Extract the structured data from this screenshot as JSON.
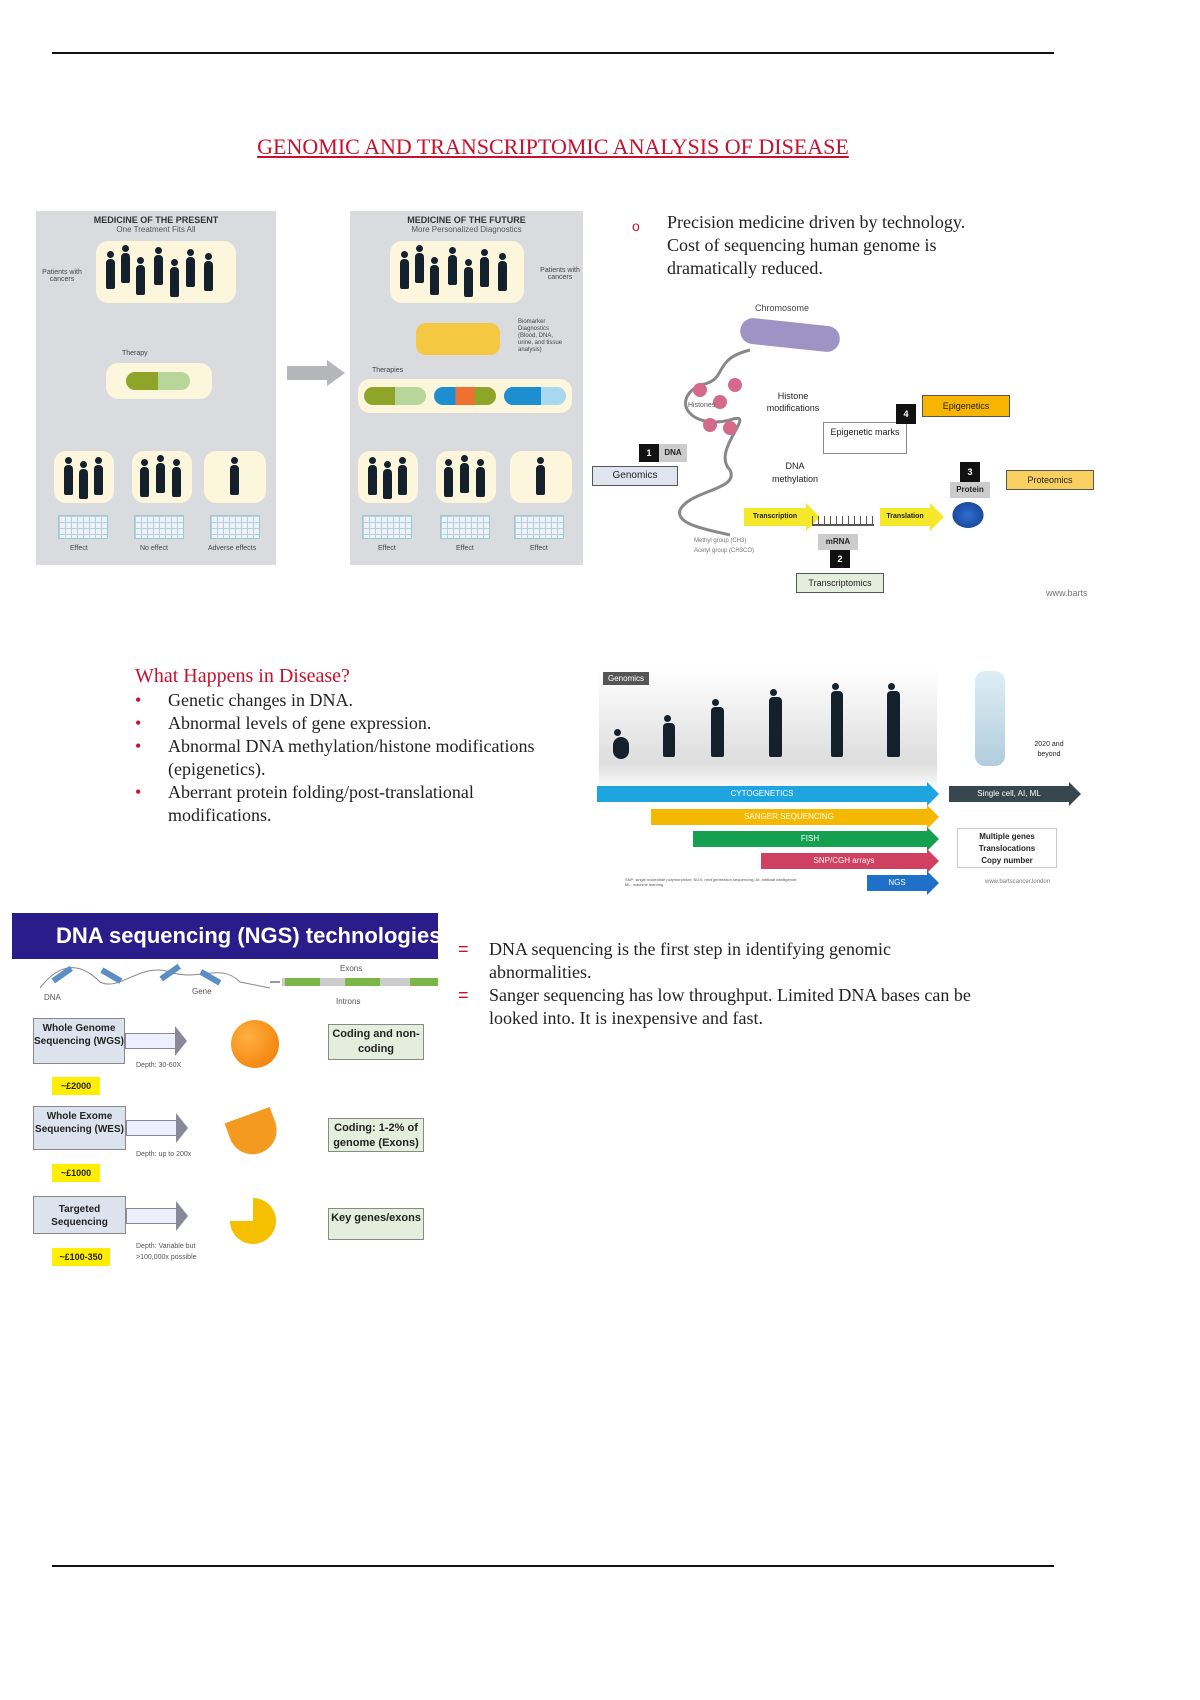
{
  "title": "GENOMIC AND TRANSCRIPTOMIC ANALYSIS OF DISEASE",
  "intro": {
    "marker": "o",
    "text": "Precision medicine driven by technology. Cost of sequencing human genome is dramatically reduced."
  },
  "fig_medicine": {
    "present": {
      "title": "MEDICINE OF THE PRESENT",
      "subtitle": "One Treatment Fits All",
      "patients": "Patients with cancers",
      "therapy": "Therapy",
      "outcomes": [
        "Effect",
        "No effect",
        "Adverse effects"
      ]
    },
    "future": {
      "title": "MEDICINE OF THE FUTURE",
      "subtitle": "More Personalized Diagnostics",
      "patients": "Patients with cancers",
      "diagnostics": "Biomarker Diagnostics (Blood, DNA, urine, and tissue analysis)",
      "therapies": "Therapies",
      "outcomes": [
        "Effect",
        "Effect",
        "Effect"
      ]
    }
  },
  "fig_omics": {
    "chromosome": "Chromosome",
    "histones": "Histones",
    "histone_mod": "Histone modifications",
    "epi_marks": "Epigenetic marks",
    "dna_meth": "DNA methylation",
    "dna": "DNA",
    "genomics": "Genomics",
    "epigenetics": "Epigenetics",
    "protein": "Protein",
    "proteomics": "Proteomics",
    "transcription": "Transcription",
    "translation": "Translation",
    "mrna": "mRNA",
    "transcriptomics": "Transcriptomics",
    "n1": "1",
    "n2": "2",
    "n3": "3",
    "n4": "4",
    "legend1": "Methyl group (CH3)",
    "legend2": "Acetyl group (CH3CO)",
    "credit": "www.barts"
  },
  "disease": {
    "heading": "What Happens in Disease?",
    "items": [
      "Genetic changes in DNA.",
      "Abnormal levels of gene expression.",
      "Abnormal DNA methylation/histone modifications (epigenetics).",
      "Aberrant protein folding/post-translational modifications."
    ]
  },
  "fig_evolution": {
    "tag": "Genomics",
    "future": "2020 and beyond",
    "bars": [
      "CYTOGENETICS",
      "SANGER SEQUENCING",
      "FISH",
      "SNP/CGH arrays",
      "NGS"
    ],
    "future_bar": "Single cell, AI, ML",
    "future_box": [
      "Multiple genes",
      "Translocations",
      "Copy number"
    ],
    "footnote": "SNP: single nucleotide polymorphism; NGS: next generation sequencing; AI: artificial intelligence; ML: machine learning",
    "credit": "www.bartscancer.london"
  },
  "fig_ngs": {
    "banner": "DNA sequencing (NGS) technologies",
    "dna": "DNA",
    "gene": "Gene",
    "exons": "Exons",
    "introns": "Introns",
    "rows": [
      {
        "name": "Whole Genome Sequencing (WGS)",
        "depth": "Depth: 30-60X",
        "price": "~£2000",
        "scope": "Coding and non-coding"
      },
      {
        "name": "Whole Exome Sequencing (WES)",
        "depth": "Depth: up to 200x",
        "price": "~£1000",
        "scope": "Coding: 1-2% of genome (Exons)"
      },
      {
        "name": "Targeted Sequencing",
        "depth": "Depth: Variable but >100,000x possible",
        "price": "~£100-350",
        "scope": "Key genes/exons"
      }
    ]
  },
  "notes": {
    "marker": "=",
    "items": [
      "DNA sequencing is the first step in identifying genomic abnormalities.",
      "Sanger sequencing has low throughput. Limited DNA bases can be looked into. It is inexpensive and fast."
    ]
  }
}
